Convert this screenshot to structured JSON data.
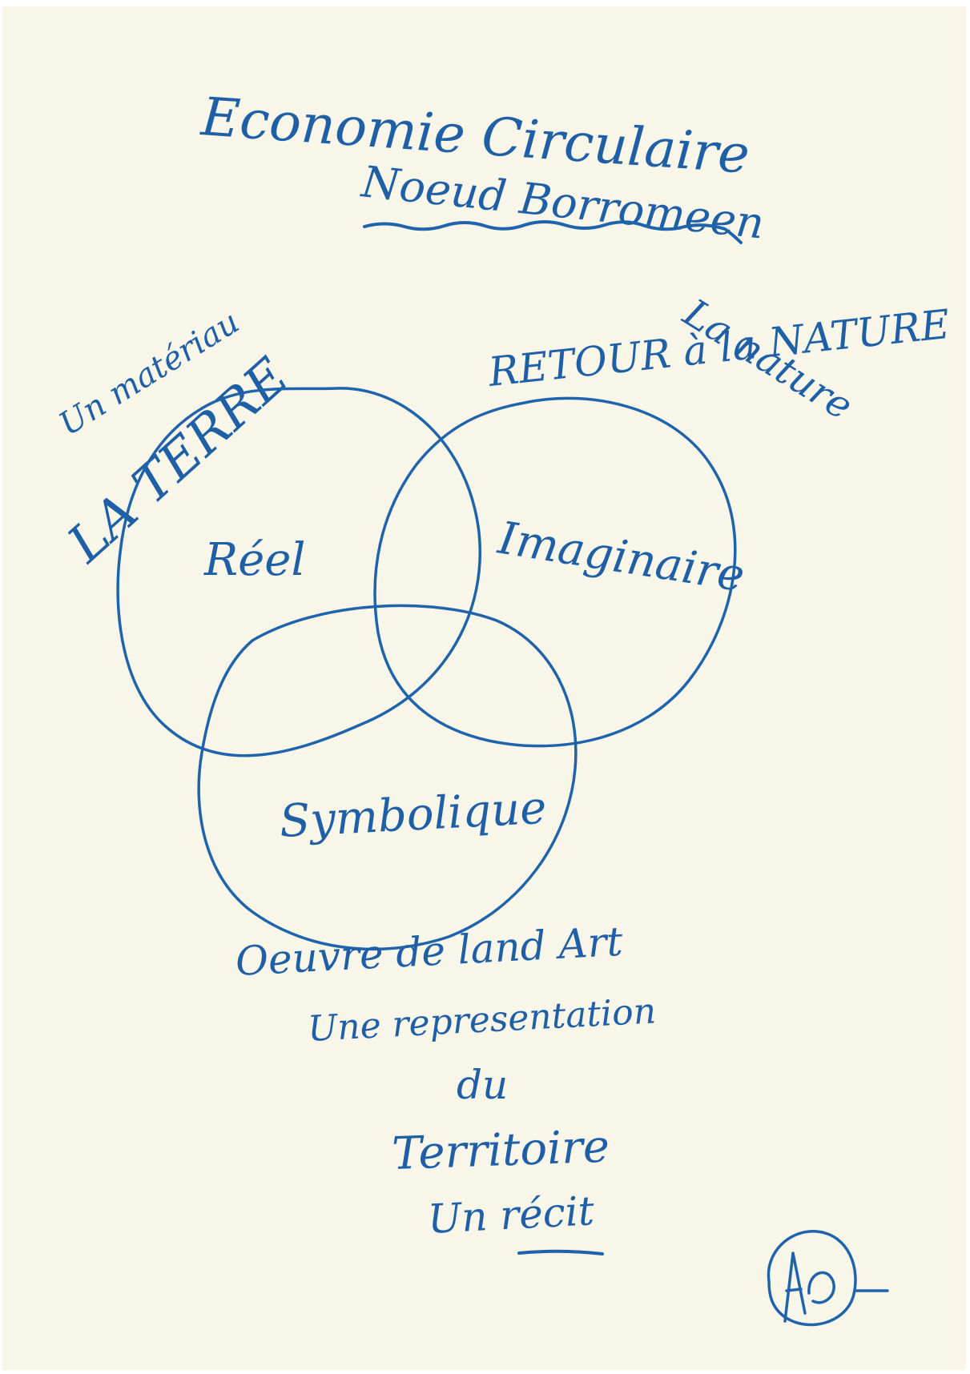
{
  "colors": {
    "paper": "#f8f6e8",
    "ink": "#1f5fa6"
  },
  "title": {
    "line1": "Economie Circulaire",
    "line2": "Noeud Borromeen"
  },
  "left_notes": {
    "line1": "Un matériau",
    "line2": "LA TERRE"
  },
  "right_notes": {
    "retour": "RETOUR à la NATURE",
    "nature": "La nature"
  },
  "circles": {
    "reel": "Réel",
    "imaginaire": "Imaginaire",
    "symbolique": "Symbolique"
  },
  "bottom_text": {
    "line1": "Oeuvre de land Art",
    "line2": "Une representation",
    "line3": "du",
    "line4": "Territoire",
    "line5": "Un récit"
  },
  "signature": {
    "icon": "signature-mark"
  }
}
